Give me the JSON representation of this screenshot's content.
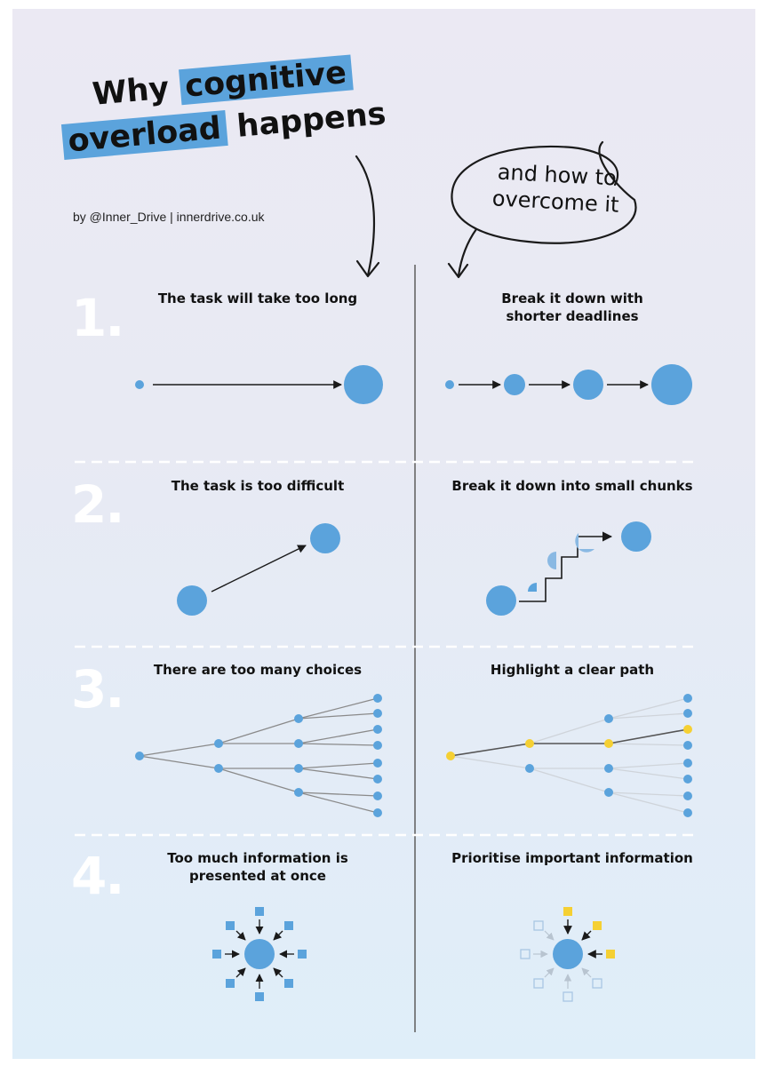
{
  "title": {
    "line1_plain": "Why",
    "line1_highlight": "cognitive",
    "line2_highlight": "overload",
    "line2_plain": "happens"
  },
  "byline": "by @Inner_Drive | innerdrive.co.uk",
  "callout": "and how to\novercome it",
  "rows": [
    {
      "number": "1.",
      "problem": "The task will take too long",
      "solution": "Break it down with\nshorter deadlines"
    },
    {
      "number": "2.",
      "problem": "The task is too difficult",
      "solution": "Break it down into small chunks"
    },
    {
      "number": "3.",
      "problem": "There are too many choices",
      "solution": "Highlight a clear path"
    },
    {
      "number": "4.",
      "problem": "Too much information is\npresented at once",
      "solution": "Prioritise important information"
    }
  ],
  "colors": {
    "blue": "#5ba3dc",
    "yellow": "#f5d033",
    "ink": "#1a1a1a",
    "faded": "#b8cfe6"
  }
}
